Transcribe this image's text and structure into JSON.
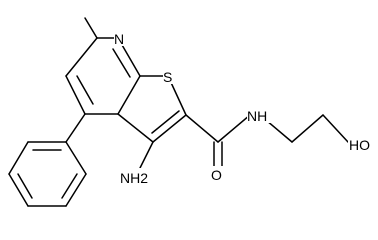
{
  "atoms": {
    "n_ring": "N",
    "s_ring": "S",
    "amine": "NH2",
    "amide_nh": "NH",
    "carbonyl_o": "O",
    "hydroxyl": "HO"
  },
  "colors": {
    "bond": "#000000",
    "background": "#ffffff"
  }
}
